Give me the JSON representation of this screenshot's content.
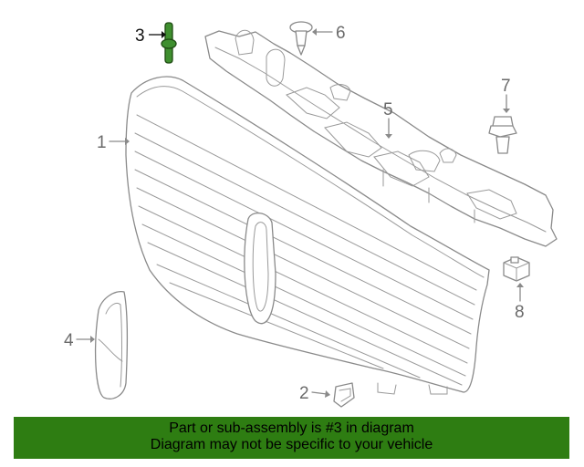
{
  "callouts": {
    "c1": "1",
    "c2": "2",
    "c3": "3",
    "c4": "4",
    "c5": "5",
    "c6": "6",
    "c7": "7",
    "c8": "8"
  },
  "highlight_part": "3",
  "colors": {
    "highlight_fill": "#3f8f2f",
    "banner_bg": "#2e7d12",
    "line": "#8a8a8a"
  },
  "banner": {
    "line1": "Part or sub-assembly is #3 in diagram",
    "line2": "Diagram may not be specific to your vehicle"
  }
}
